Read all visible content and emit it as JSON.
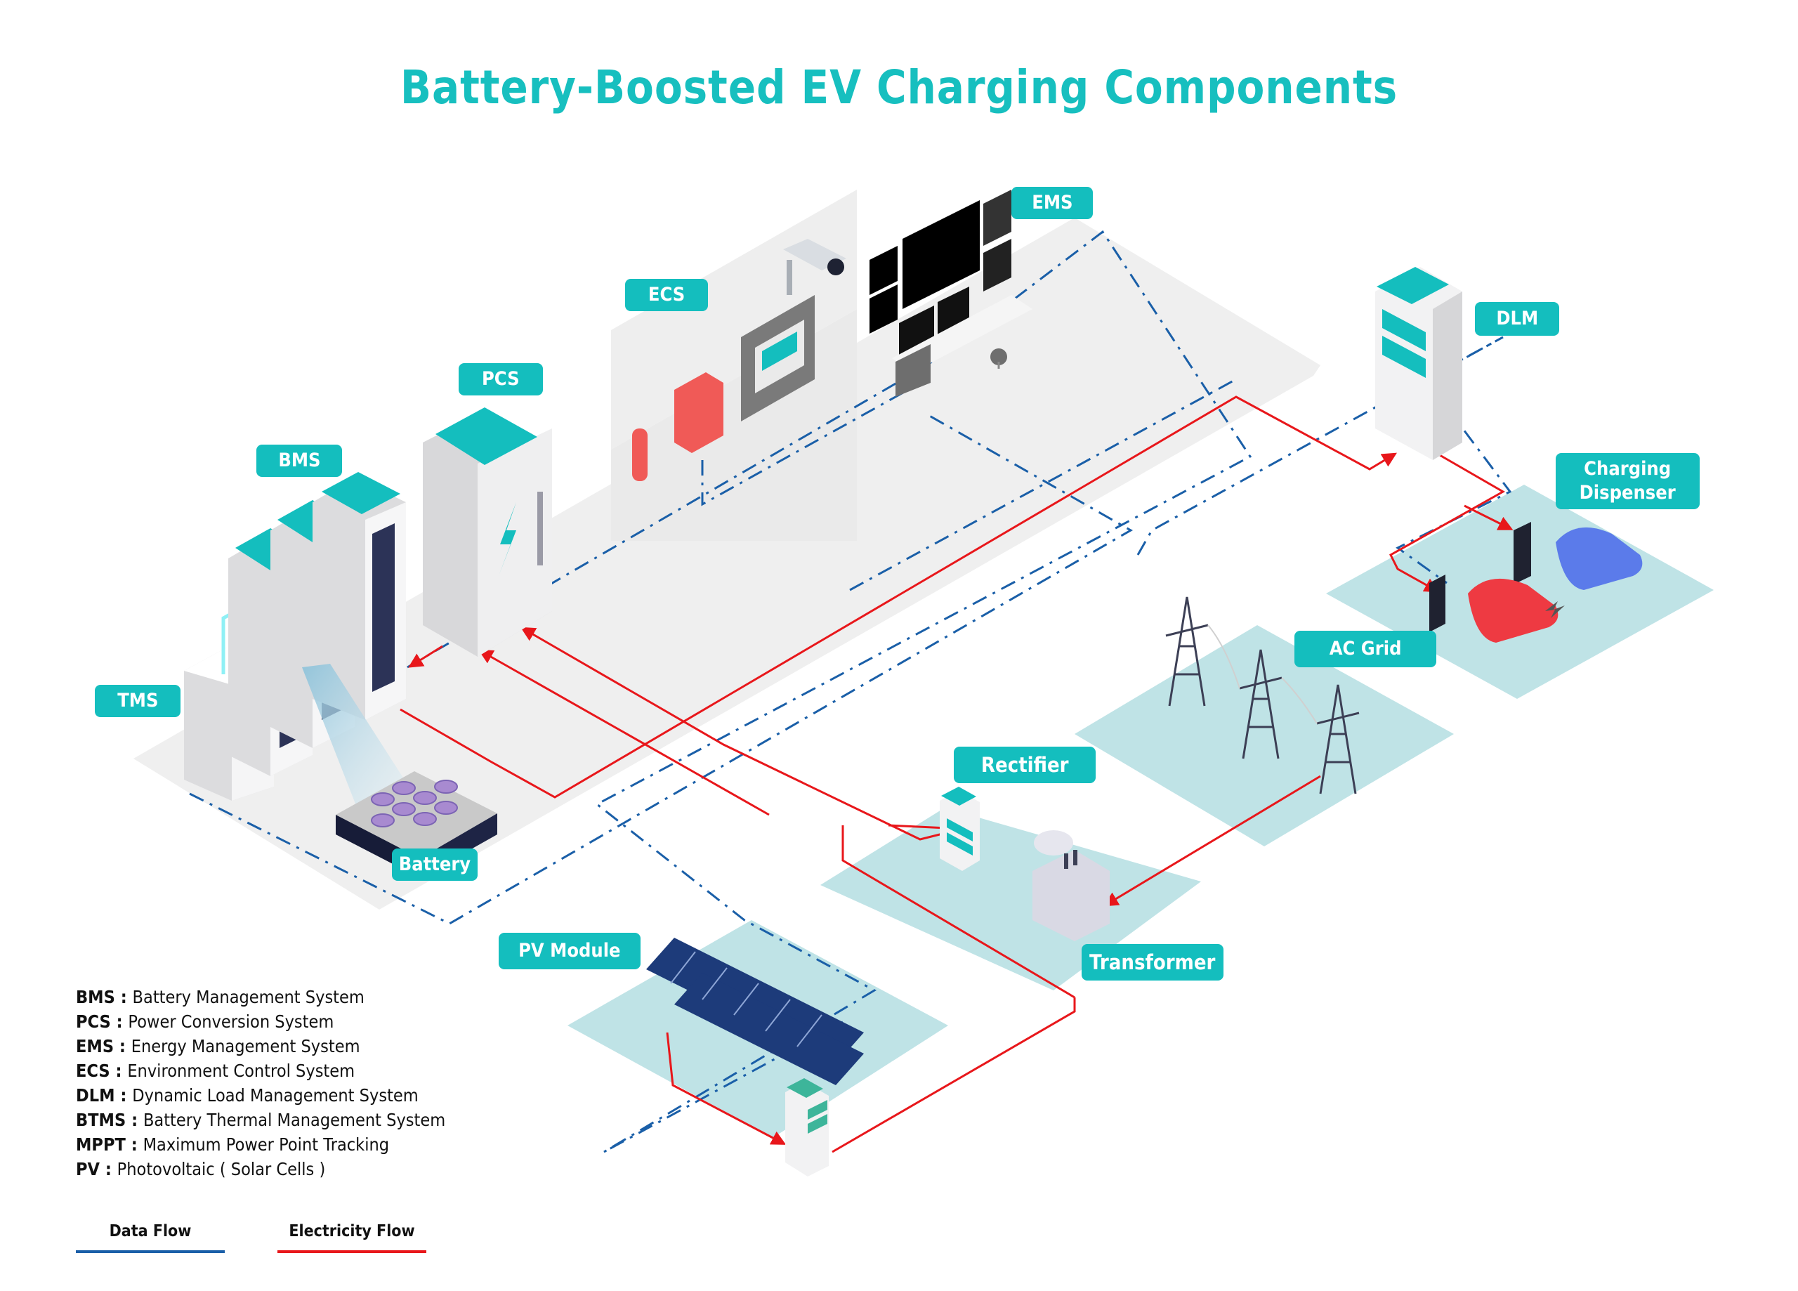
{
  "title": "Battery-Boosted EV Charging Components",
  "colors": {
    "accent_teal": "#14BEBE",
    "data_flow": "#1A5FA8",
    "electricity_flow": "#E8171B",
    "floor_gray": "#EFEFEF",
    "pad_light_blue": "#BFE3E6"
  },
  "components": {
    "ems": "EMS",
    "ecs": "ECS",
    "pcs": "PCS",
    "bms": "BMS",
    "tms": "TMS",
    "battery": "Battery",
    "dlm": "DLM",
    "charging_dispenser": "Charging\nDispenser",
    "ac_grid": "AC Grid",
    "rectifier": "Rectifier",
    "transformer": "Transformer",
    "pv_module": "PV Module"
  },
  "glossary": [
    {
      "abbr": "BMS",
      "sep": " : ",
      "full": "Battery Management System"
    },
    {
      "abbr": "PCS",
      "sep": " : ",
      "full": "Power Conversion System"
    },
    {
      "abbr": "EMS",
      "sep": " : ",
      "full": "Energy Management System"
    },
    {
      "abbr": "ECS",
      "sep": " : ",
      "full": "Environment Control System"
    },
    {
      "abbr": "DLM",
      "sep": " : ",
      "full": "Dynamic Load Management System"
    },
    {
      "abbr": "BTMS",
      "sep": " : ",
      "full": "Battery Thermal Management System"
    },
    {
      "abbr": "MPPT",
      "sep": " : ",
      "full": "Maximum Power Point Tracking"
    },
    {
      "abbr": "PV",
      "sep": " : ",
      "full": "Photovoltaic ( Solar Cells )"
    }
  ],
  "flow_legend": {
    "data_flow": "Data Flow",
    "electricity_flow": "Electricity Flow"
  }
}
